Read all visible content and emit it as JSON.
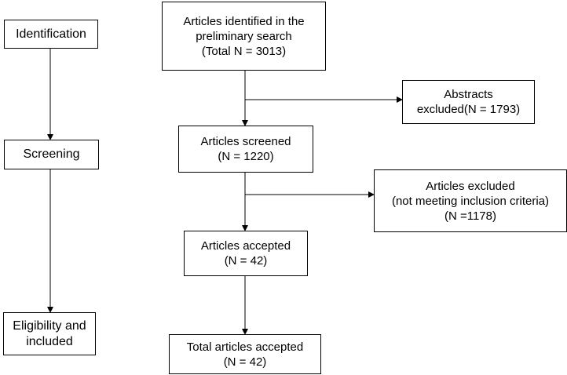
{
  "stages": {
    "identification": "Identification",
    "screening": "Screening",
    "eligibility": "Eligibility and\nincluded"
  },
  "boxes": {
    "identified": "Articles identified in the\npreliminary search\n(Total N = 3013)",
    "abstracts_excluded": "Abstracts\nexcluded(N = 1793)",
    "screened": "Articles screened\n(N = 1220)",
    "articles_excluded": "Articles excluded\n(not meeting inclusion criteria)\n(N =1178)",
    "accepted": "Articles accepted\n(N = 42)",
    "total_accepted": "Total articles accepted\n(N = 42)"
  }
}
